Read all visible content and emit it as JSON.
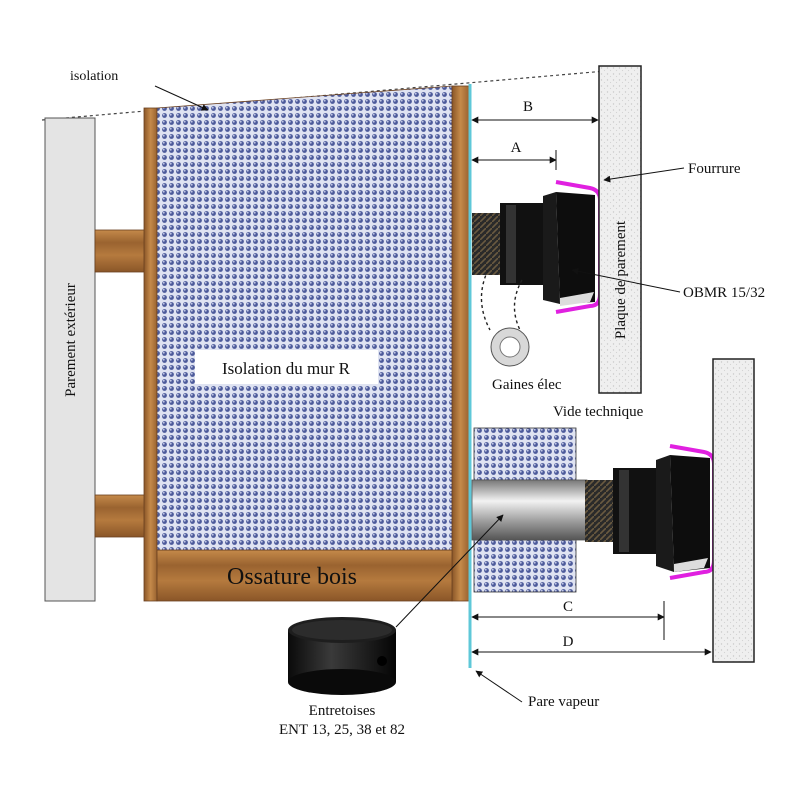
{
  "labels": {
    "isolation": "isolation",
    "parement_exterieur": "Parement extérieur",
    "isolation_mur": "Isolation du mur R",
    "ossature": "Ossature bois",
    "dim_a": "A",
    "dim_b": "B",
    "dim_c": "C",
    "dim_d": "D",
    "fourrure": "Fourrure",
    "obmr": "OBMR 15/32",
    "plaque": "Plaque de parement",
    "gaines": "Gaines élec",
    "vide": "Vide technique",
    "entretoises_1": "Entretoises",
    "entretoises_2": "ENT 13, 25, 38 et 82",
    "pare_vapeur": "Pare vapeur"
  },
  "colors": {
    "wood": "#9a6330",
    "insulation_dot": "#4c5a9a",
    "clip_outline": "#e020e0",
    "vapour_barrier": "#5fc8d8",
    "panel": "#e4e4e4",
    "plaster": "#eeeeee"
  }
}
